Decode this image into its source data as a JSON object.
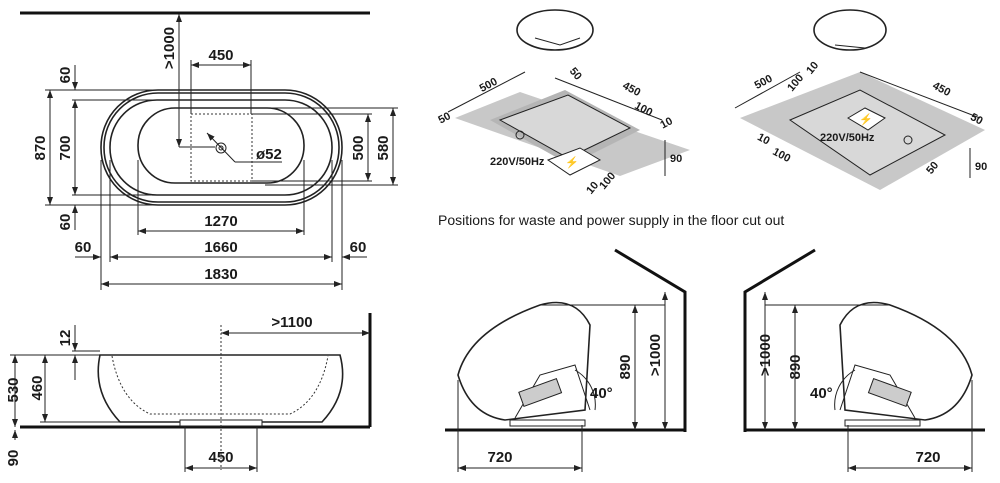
{
  "plan_view": {
    "wall_clearance": ">1000",
    "drain_zone_width": "450",
    "rim_top": "60",
    "overall_width": "870",
    "inner_width": "700",
    "rim_bottom": "60",
    "drain_diameter": "ø52",
    "drain_zone_depth": "500",
    "zone_depth_outer": "580",
    "inner_length": "1270",
    "rim_left": "60",
    "mid_length": "1660",
    "rim_right": "60",
    "overall_length": "1830"
  },
  "side_view": {
    "rim_height": "12",
    "overall_height": "530",
    "inner_height": "460",
    "floor_cutout_depth": "90",
    "wall_clearance": ">1100",
    "cutout_width": "450"
  },
  "floor_cutout_left": {
    "length": "500",
    "offset_a": "50",
    "width": "450",
    "offset_b": "50",
    "box_size": "100",
    "box_gap": "10",
    "power": "220V/50Hz",
    "depth": "90",
    "box_size_2": "100",
    "box_gap_2": "10"
  },
  "floor_cutout_right": {
    "length": "500",
    "box_size": "100",
    "box_gap": "10",
    "width": "450",
    "offset_a": "50",
    "power": "220V/50Hz",
    "gap_2": "10",
    "box_size_2": "100",
    "offset_b": "50",
    "depth": "90"
  },
  "caption": "Positions for waste and power supply in the floor cut out",
  "tilt_left": {
    "height": "890",
    "wall_clearance": ">1000",
    "angle": "40°",
    "floor_length": "720"
  },
  "tilt_right": {
    "wall_clearance": ">1000",
    "height": "890",
    "angle": "40°",
    "floor_length": "720"
  }
}
